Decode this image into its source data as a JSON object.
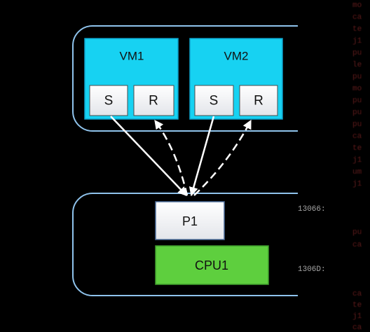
{
  "diagram": {
    "vms": [
      {
        "label": "VM1",
        "send": "S",
        "receive": "R"
      },
      {
        "label": "VM2",
        "send": "S",
        "receive": "R"
      }
    ],
    "processor": {
      "label": "P1"
    },
    "cpu": {
      "label": "CPU1"
    }
  },
  "background_code": {
    "addresses": [
      "13066:",
      "1306D:"
    ],
    "code_column": [
      [
        "mo",
        "ca",
        "te",
        "j1",
        "pu",
        "le",
        "pu",
        "mo",
        "pu",
        "pu",
        "pu",
        "ca",
        "te",
        "j1",
        "um",
        "j1"
      ],
      [
        "pu",
        "ca"
      ],
      [
        "ca",
        "te",
        "j1",
        "ca"
      ]
    ]
  },
  "colors": {
    "background": "#000000",
    "vm_fill": "#17d2f2",
    "cpu_fill": "#5ecf3e",
    "container_stroke": "#8fc3ec",
    "code_text": "#5e1d1d",
    "address_text": "#a6a6a6"
  }
}
